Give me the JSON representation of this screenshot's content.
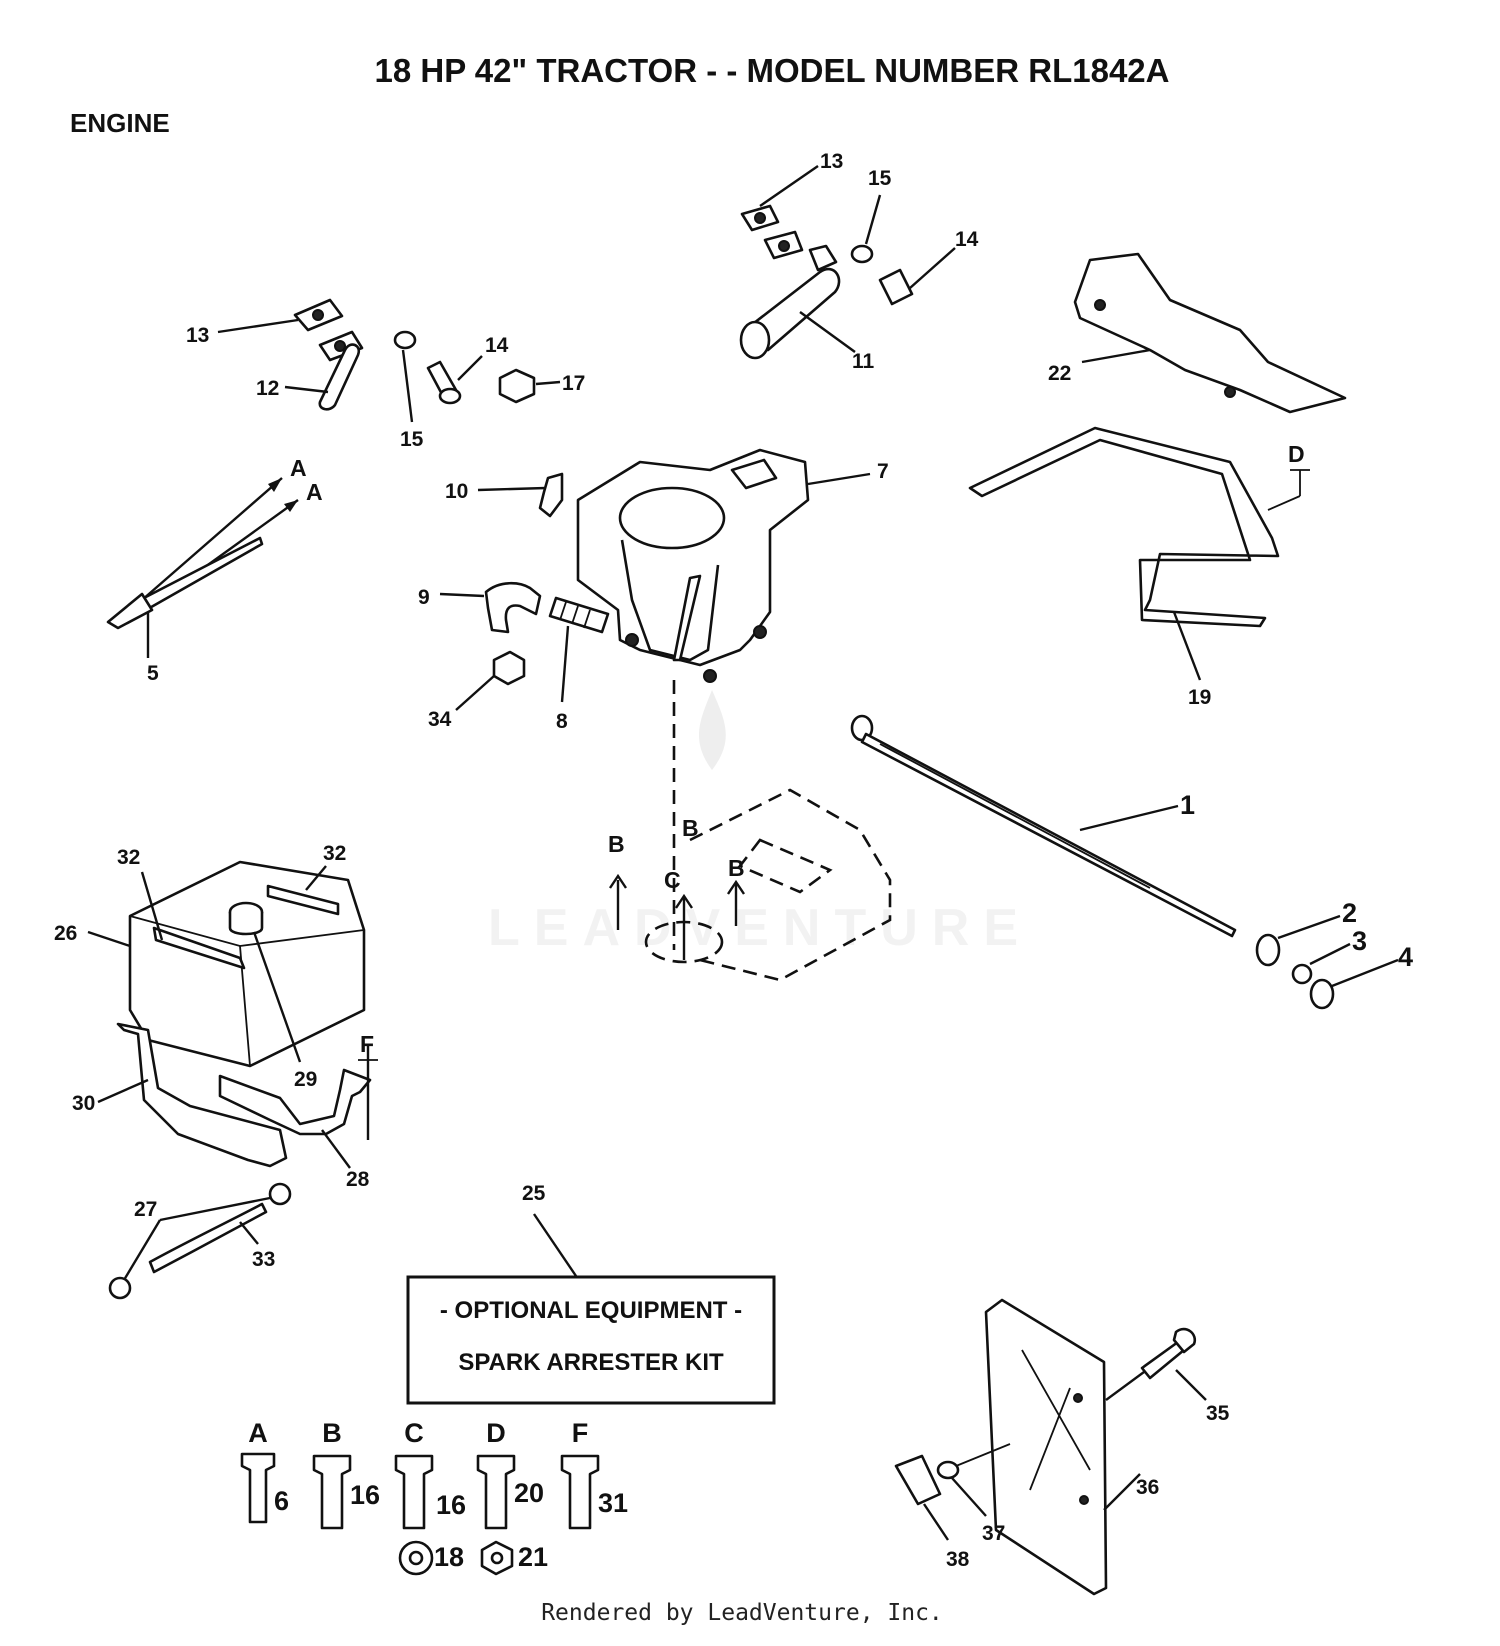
{
  "title": "18 HP 42\" TRACTOR - - MODEL NUMBER RL1842A",
  "section": "ENGINE",
  "watermark": "LEADVENTURE",
  "footer": "Rendered by LeadVenture, Inc.",
  "optional_box": {
    "line1": "- OPTIONAL EQUIPMENT -",
    "line2": "SPARK ARRESTER KIT"
  },
  "callouts": {
    "c1": "1",
    "c2": "2",
    "c3": "3",
    "c4": "4",
    "c5": "5",
    "c7": "7",
    "c8": "8",
    "c9": "9",
    "c10": "10",
    "c11": "11",
    "c12": "12",
    "c13a": "13",
    "c13b": "13",
    "c14a": "14",
    "c14b": "14",
    "c15a": "15",
    "c15b": "15",
    "c17": "17",
    "c19": "19",
    "c22": "22",
    "c25": "25",
    "c26": "26",
    "c27": "27",
    "c28": "28",
    "c29": "29",
    "c30": "30",
    "c32a": "32",
    "c32b": "32",
    "c33": "33",
    "c34": "34",
    "c35": "35",
    "c36": "36",
    "c37": "37",
    "c38": "38"
  },
  "refs": {
    "a1": "A",
    "a2": "A",
    "b1": "B",
    "b2": "B",
    "b3": "B",
    "c": "C",
    "d": "D",
    "f": "F"
  },
  "legend": [
    {
      "letter": "A",
      "part": "6"
    },
    {
      "letter": "B",
      "part": "16"
    },
    {
      "letter": "C",
      "part": "16",
      "extra": "18"
    },
    {
      "letter": "D",
      "part": "20",
      "extra": "21"
    },
    {
      "letter": "F",
      "part": "31"
    }
  ]
}
